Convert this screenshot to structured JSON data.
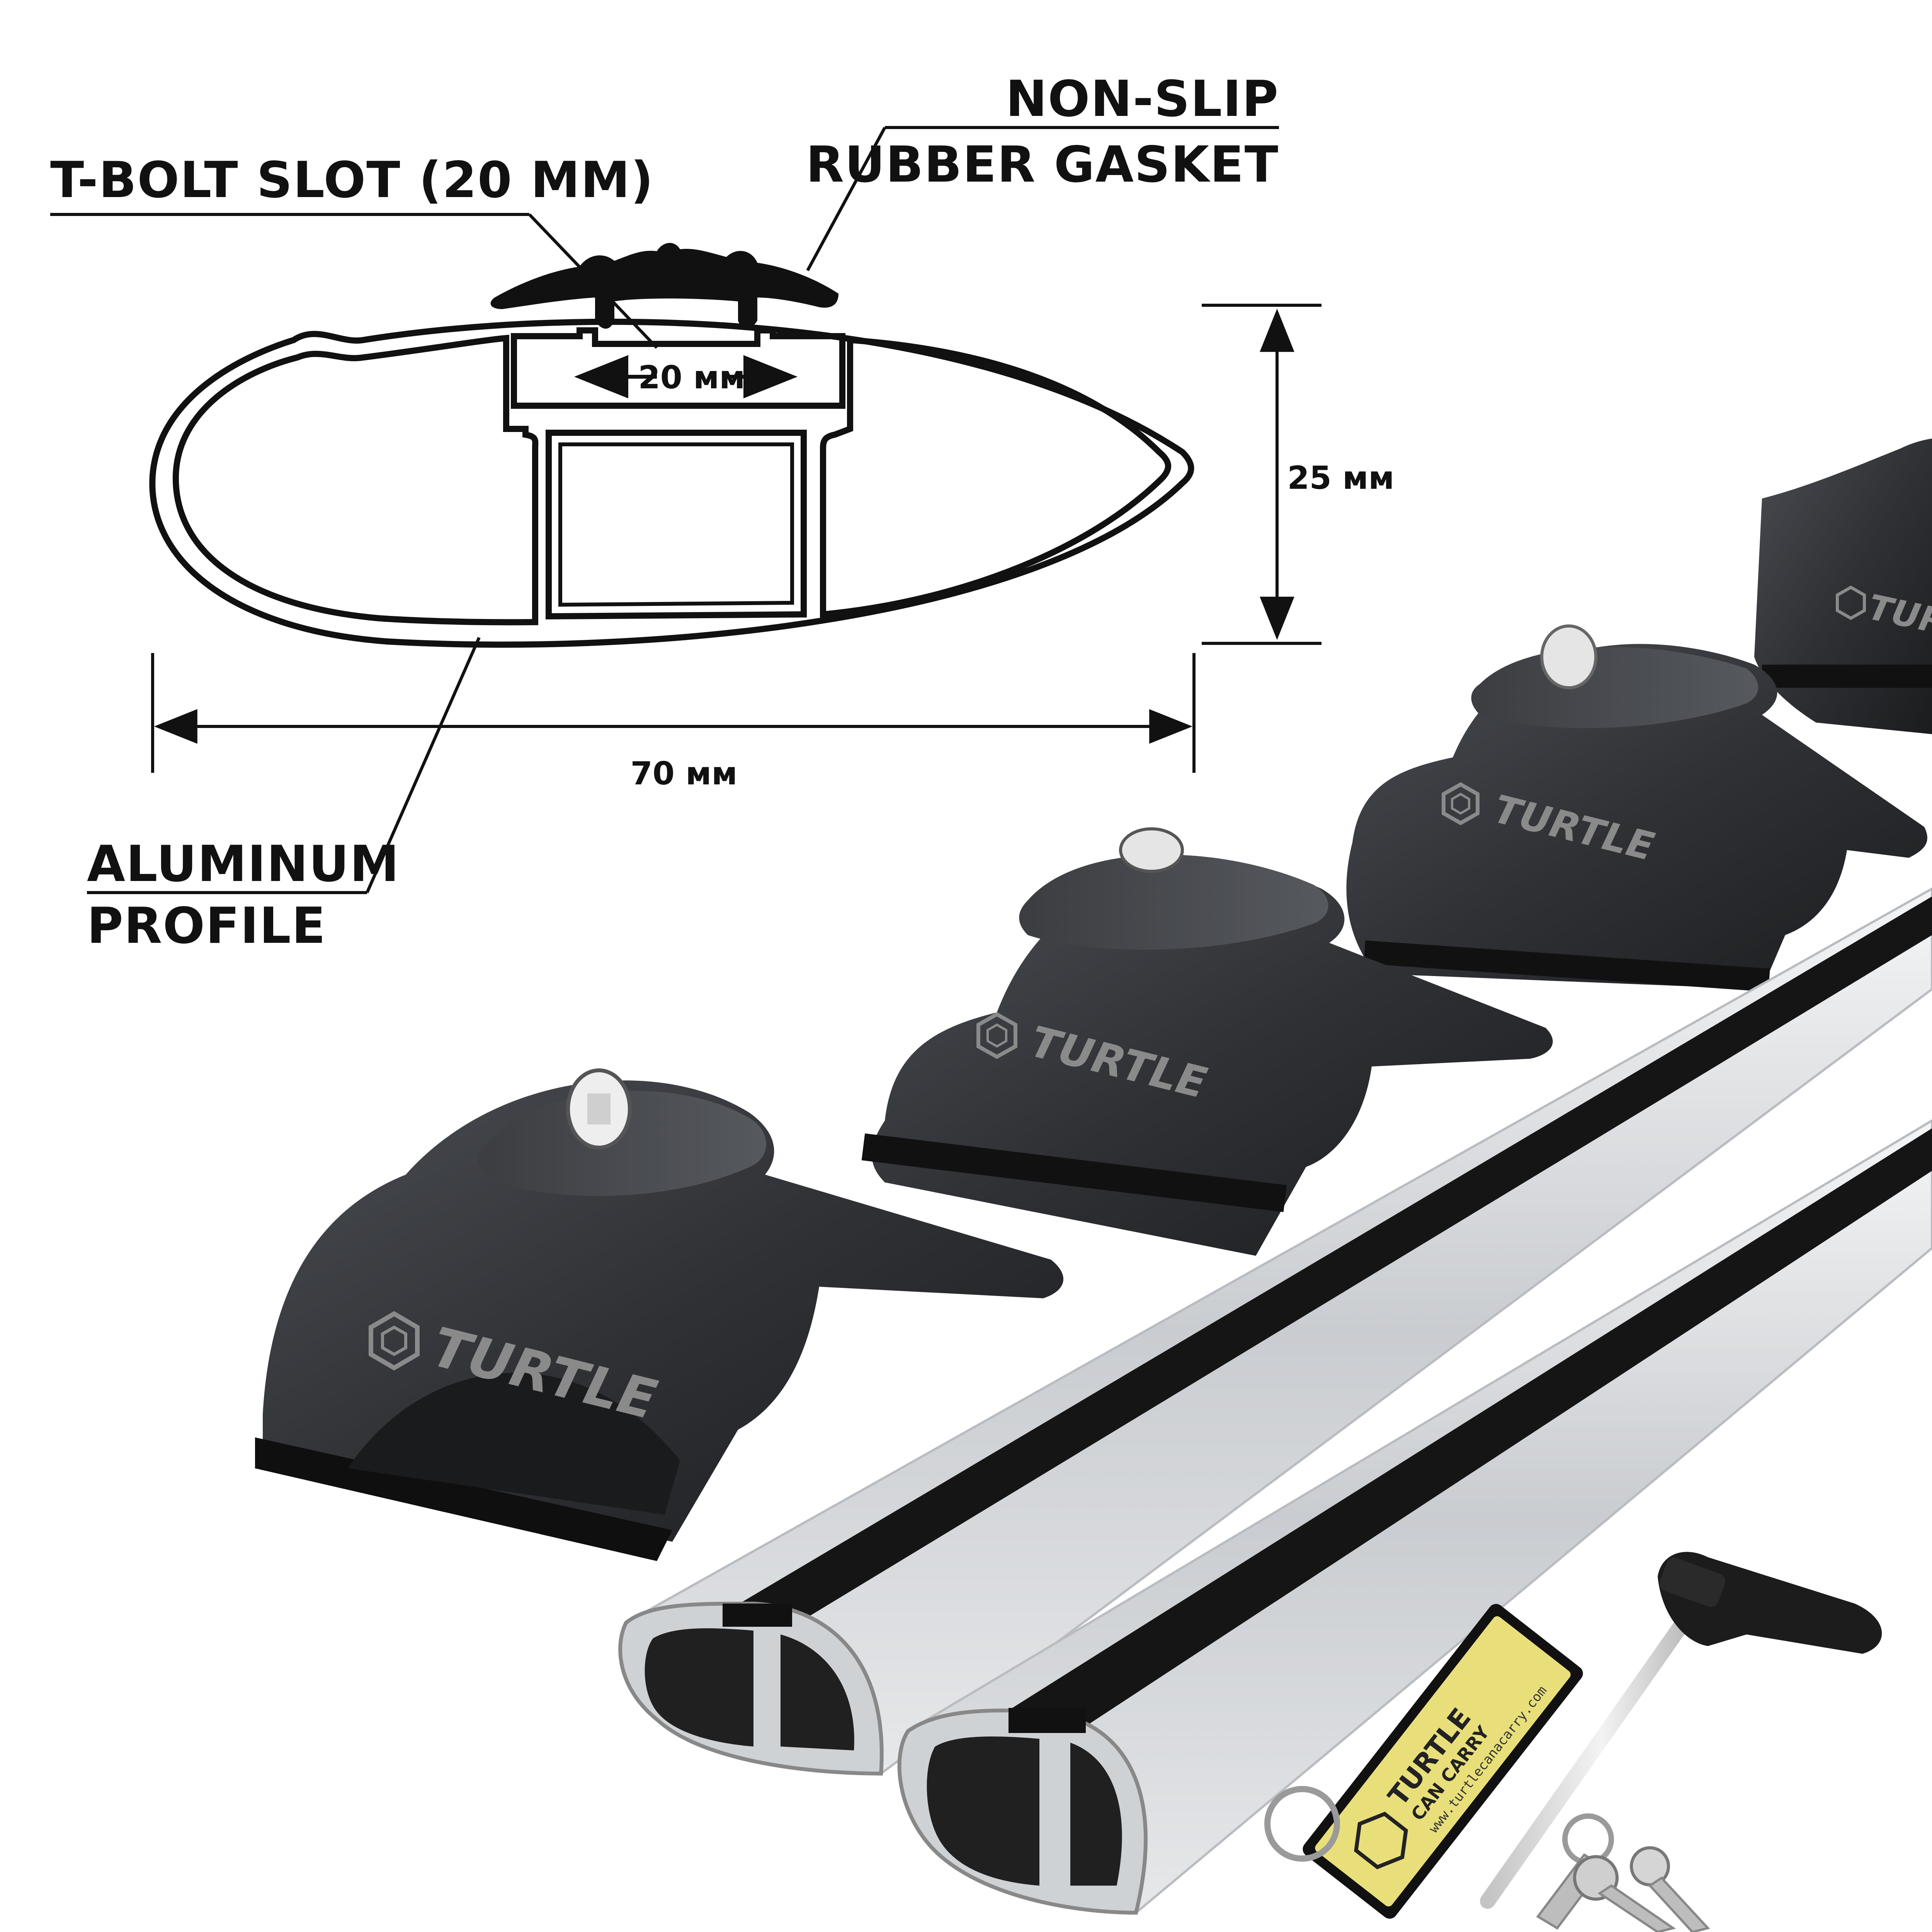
{
  "labels": {
    "tbolt": "T-BOLT SLOT (20 MM)",
    "nonslip_line1": "NON-SLIP",
    "nonslip_line2": "RUBBER GASKET",
    "aluminum_line1": "ALUMINUM",
    "aluminum_line2": "PROFILE"
  },
  "dimensions": {
    "slot_width": "20 мм",
    "height": "25 мм",
    "width": "70 мм"
  },
  "brand": {
    "name": "TURTLE",
    "tag_line1": "TURTLE",
    "tag_line2": "CAN CARRY",
    "tag_url": "www.turtlecanacarry.com"
  },
  "colors": {
    "foot_body": "#2b2d30",
    "rubber": "#151515",
    "aluminum": "#cfd2d5",
    "tag_yellow": "#e9df7a"
  }
}
